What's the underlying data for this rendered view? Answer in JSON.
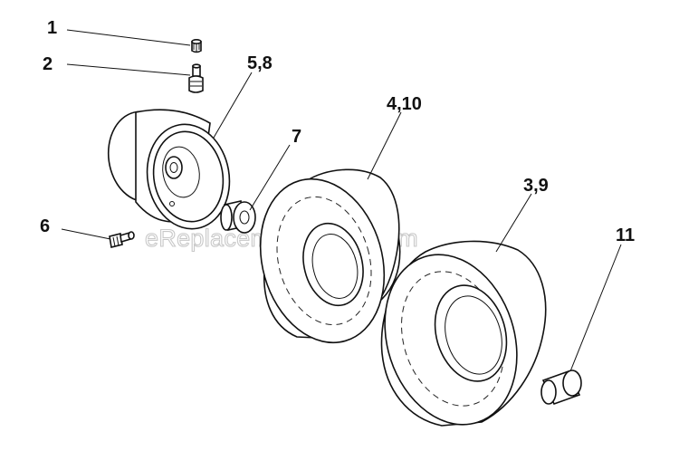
{
  "diagram": {
    "watermark": "eReplacementParts.com",
    "callouts": [
      {
        "id": "1",
        "label": "1"
      },
      {
        "id": "2",
        "label": "2"
      },
      {
        "id": "5-8",
        "label": "5,8"
      },
      {
        "id": "7",
        "label": "7"
      },
      {
        "id": "4-10",
        "label": "4,10"
      },
      {
        "id": "3-9",
        "label": "3,9"
      },
      {
        "id": "6",
        "label": "6"
      },
      {
        "id": "11",
        "label": "11"
      }
    ]
  }
}
